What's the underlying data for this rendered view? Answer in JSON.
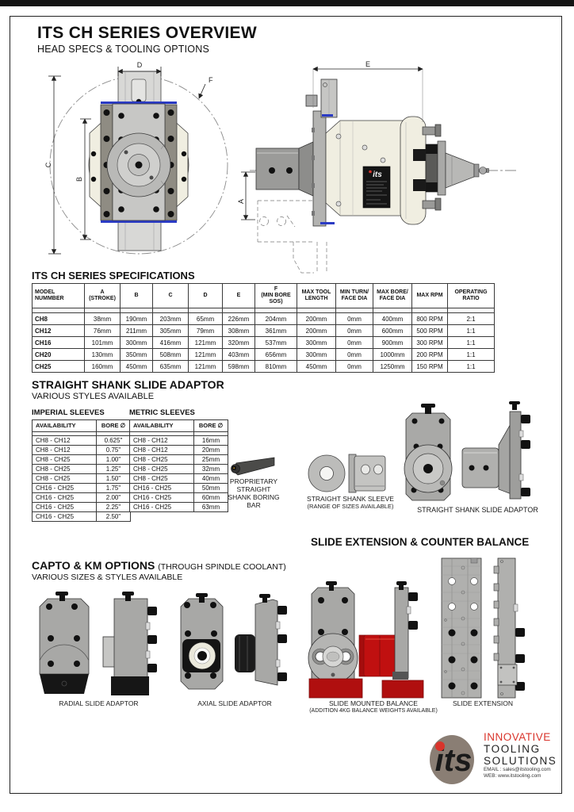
{
  "page": {
    "title": "ITS CH SERIES OVERVIEW",
    "subtitle": "HEAD SPECS & TOOLING OPTIONS"
  },
  "drawings": {
    "dims": {
      "a": "A",
      "b": "B",
      "c": "C",
      "d": "D",
      "e": "E",
      "f": "F"
    },
    "sticker_text": "its"
  },
  "specs": {
    "heading": "ITS CH SERIES SPECIFICATIONS",
    "columns": [
      "MODEL\nNUMMBER",
      "A\n(STROKE)",
      "B",
      "C",
      "D",
      "E",
      "F\n(MIN BORE\nSOS)",
      "MAX TOOL\nLENGTH",
      "MIN TURN/\nFACE DIA",
      "MAX BORE/\nFACE DIA",
      "MAX RPM",
      "OPERATING\nRATIO"
    ],
    "rows": [
      [
        "CH8",
        "38mm",
        "190mm",
        "203mm",
        "65mm",
        "226mm",
        "204mm",
        "200mm",
        "0mm",
        "400mm",
        "800 RPM",
        "2:1"
      ],
      [
        "CH12",
        "76mm",
        "211mm",
        "305mm",
        "79mm",
        "308mm",
        "361mm",
        "200mm",
        "0mm",
        "600mm",
        "500 RPM",
        "1:1"
      ],
      [
        "CH16",
        "101mm",
        "300mm",
        "416mm",
        "121mm",
        "320mm",
        "537mm",
        "300mm",
        "0mm",
        "900mm",
        "300 RPM",
        "1:1"
      ],
      [
        "CH20",
        "130mm",
        "350mm",
        "508mm",
        "121mm",
        "403mm",
        "656mm",
        "300mm",
        "0mm",
        "1000mm",
        "200 RPM",
        "1:1"
      ],
      [
        "CH25",
        "160mm",
        "450mm",
        "635mm",
        "121mm",
        "598mm",
        "810mm",
        "450mm",
        "0mm",
        "1250mm",
        "150 RPM",
        "1:1"
      ]
    ]
  },
  "straight_shank": {
    "heading": "STRAIGHT SHANK SLIDE ADAPTOR",
    "subheading": "VARIOUS STYLES AVAILABLE",
    "imperial": {
      "title": "IMPERIAL SLEEVES",
      "columns": [
        "AVAILABILITY",
        "BORE ∅"
      ],
      "rows": [
        [
          "CH8 - CH12",
          "0.625\""
        ],
        [
          "CH8 - CH12",
          "0.75\""
        ],
        [
          "CH8 - CH25",
          "1.00\""
        ],
        [
          "CH8 - CH25",
          "1.25\""
        ],
        [
          "CH8 - CH25",
          "1.50\""
        ],
        [
          "CH16 - CH25",
          "1.75\""
        ],
        [
          "CH16 - CH25",
          "2.00\""
        ],
        [
          "CH16 - CH25",
          "2.25\""
        ],
        [
          "CH16 - CH25",
          "2.50\""
        ]
      ]
    },
    "metric": {
      "title": "METRIC SLEEVES",
      "columns": [
        "AVAILABILITY",
        "BORE ∅"
      ],
      "rows": [
        [
          "CH8 - CH12",
          "16mm"
        ],
        [
          "CH8 - CH12",
          "20mm"
        ],
        [
          "CH8 - CH25",
          "25mm"
        ],
        [
          "CH8 - CH25",
          "32mm"
        ],
        [
          "CH8 - CH25",
          "40mm"
        ],
        [
          "CH16 - CH25",
          "50mm"
        ],
        [
          "CH16 - CH25",
          "60mm"
        ],
        [
          "CH16 - CH25",
          "63mm"
        ]
      ]
    },
    "captions": {
      "boring_bar": "PROPRIETARY\nSTRAIGHT\nSHANK BORING BAR",
      "sleeve_line1": "STRAIGHT SHANK SLEEVE",
      "sleeve_line2": "(RANGE OF SIZES AVAILABLE)",
      "adaptor": "STRAIGHT SHANK SLIDE ADAPTOR"
    }
  },
  "slide_extension_heading": "SLIDE EXTENSION & COUNTER BALANCE",
  "capto": {
    "heading": "CAPTO & KM OPTIONS",
    "heading_note": "(THROUGH SPINDLE COOLANT)",
    "subheading": "VARIOUS SIZES & STYLES AVAILABLE",
    "captions": {
      "radial": "RADIAL SLIDE ADAPTOR",
      "axial": "AXIAL SLIDE ADAPTOR",
      "balance_line1": "SLIDE MOUNTED BALANCE",
      "balance_line2": "(ADDITION 4KG BALANCE WEIGHTS AVAILABLE)",
      "extension": "SLIDE EXTENSION"
    }
  },
  "footer": {
    "logo_text": "its",
    "brand_line1": "INNOVATIVE",
    "brand_line2": "TOOLING",
    "brand_line3": "SOLUTIONS",
    "email": "EMAIL : sales@itstooling.com",
    "web": "WEB: www.itstooling.com"
  },
  "colors": {
    "brand_red": "#d9342b",
    "weight_red": "#b00f0f",
    "accent_blue": "#2b3bc4",
    "body_cream": "#f0eee1",
    "logo_circle_gray": "#8a7e74"
  }
}
